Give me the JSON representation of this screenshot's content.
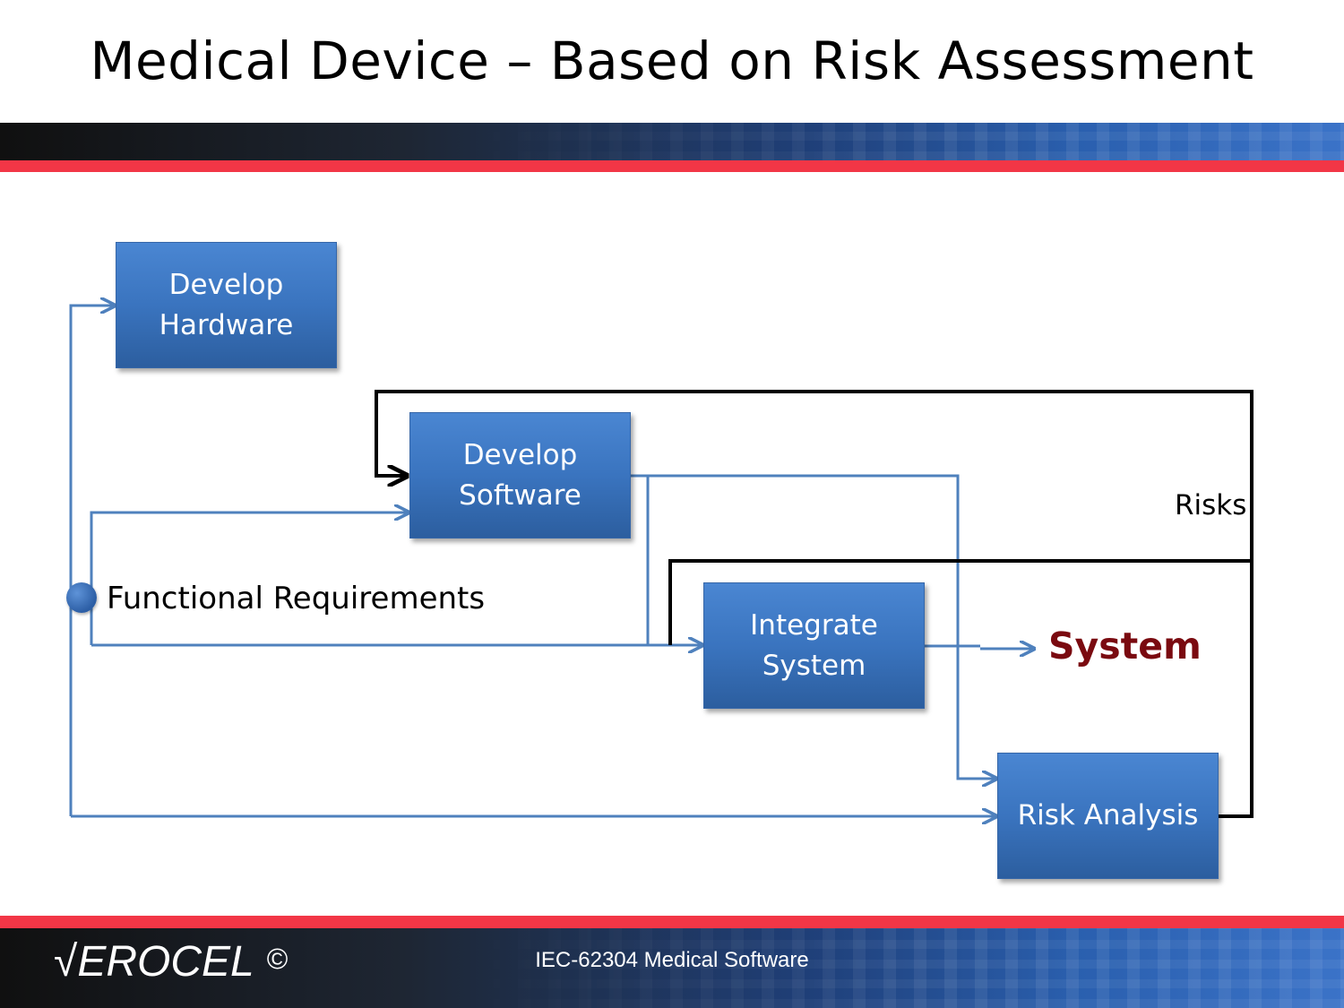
{
  "slide": {
    "title": "Medical Device – Based on Risk Assessment"
  },
  "diagram": {
    "boxes": {
      "develop_hardware": [
        "Develop",
        "Hardware"
      ],
      "develop_software": [
        "Develop",
        "Software"
      ],
      "integrate_system": [
        "Integrate",
        "System"
      ],
      "risk_analysis": [
        "Risk Analysis"
      ]
    },
    "labels": {
      "risks": "Risks",
      "functional_requirements": "Functional Requirements",
      "system_output": "System"
    },
    "colors": {
      "box_blue": "#3a74bf",
      "arrow_blue": "#4f81bd",
      "feedback_black": "#000000",
      "output_red": "#7a0a10",
      "band_red": "#f23646"
    }
  },
  "footer": {
    "logo": "√EROCEL",
    "copyright": "©",
    "text": "IEC-62304 Medical Software"
  }
}
